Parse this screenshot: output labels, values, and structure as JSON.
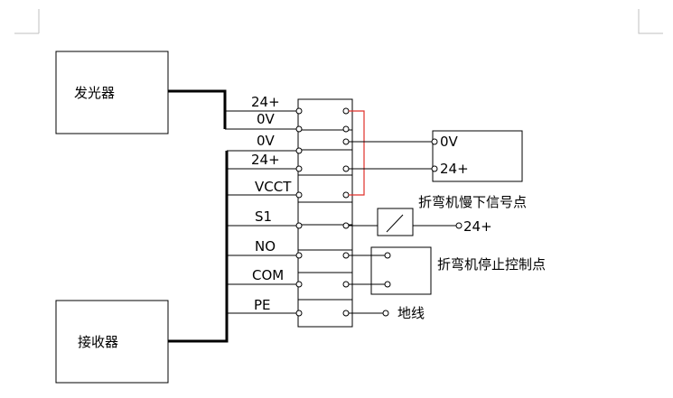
{
  "devices": {
    "emitter": "发光器",
    "receiver": "接收器"
  },
  "terminal_labels": [
    "24+",
    "0V",
    "0V",
    "24+",
    "VCCT",
    "S1",
    "NO",
    "COM",
    "PE"
  ],
  "power_box": {
    "label_0v": "0V",
    "label_24v": "24+"
  },
  "slow_point": {
    "label": "折弯机慢下信号点",
    "supply": "24+"
  },
  "stop_point": {
    "label": "折弯机停止控制点"
  },
  "ground": {
    "label": "地线"
  },
  "colors": {
    "wire": "#000000",
    "jumper": "#e0302a"
  }
}
